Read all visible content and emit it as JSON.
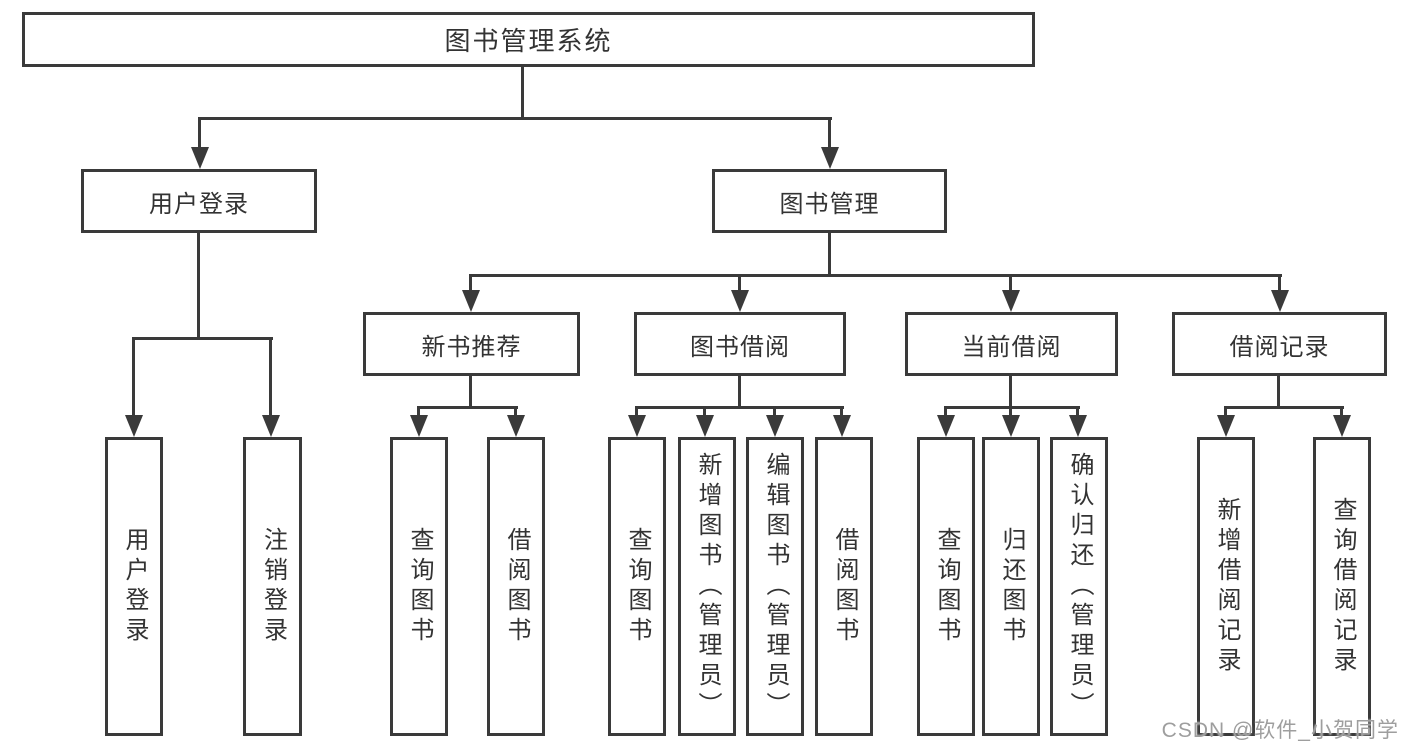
{
  "colors": {
    "line": "#3a3a3a",
    "text": "#333333",
    "background": "#ffffff",
    "watermark_text_color": "#9e9e9e"
  },
  "tree": {
    "root": {
      "label": "图书管理系统"
    },
    "branches": [
      {
        "label": "用户登录",
        "children": [
          {
            "label": "用户登录"
          },
          {
            "label": "注销登录"
          }
        ]
      },
      {
        "label": "图书管理",
        "groups": [
          {
            "label": "新书推荐",
            "children": [
              {
                "label": "查询图书"
              },
              {
                "label": "借阅图书"
              }
            ]
          },
          {
            "label": "图书借阅",
            "children": [
              {
                "label": "查询图书"
              },
              {
                "label": "新增图书（管理员）"
              },
              {
                "label": "编辑图书（管理员）"
              },
              {
                "label": "借阅图书"
              }
            ]
          },
          {
            "label": "当前借阅",
            "children": [
              {
                "label": "查询图书"
              },
              {
                "label": "归还图书"
              },
              {
                "label": "确认归还（管理员）"
              }
            ]
          },
          {
            "label": "借阅记录",
            "children": [
              {
                "label": "新增借阅记录"
              },
              {
                "label": "查询借阅记录"
              }
            ]
          }
        ]
      }
    ]
  },
  "watermark": {
    "text": "CSDN @软件_小贺同学"
  }
}
